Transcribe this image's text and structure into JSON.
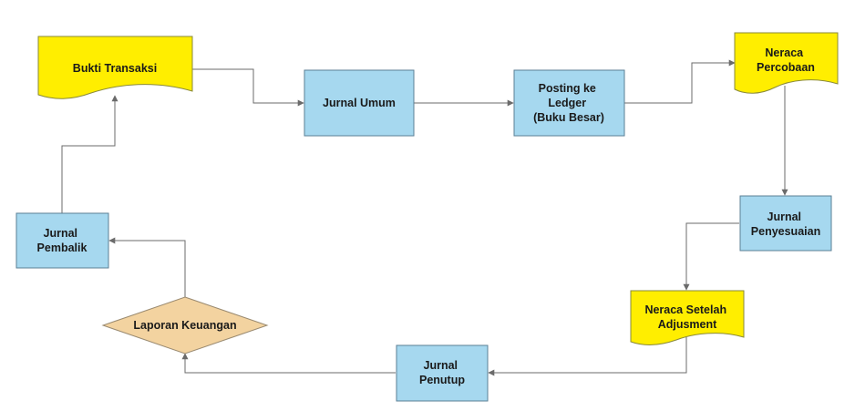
{
  "colors": {
    "process_fill": "#a6d8ef",
    "process_stroke": "#5b7f95",
    "document_fill": "#ffee00",
    "document_stroke": "#8a8a3a",
    "decision_fill": "#f3d3a0",
    "decision_stroke": "#9a8a70",
    "connector": "#6b6b6b"
  },
  "nodes": {
    "bukti_transaksi": {
      "type": "document",
      "lines": [
        "Bukti Transaksi"
      ]
    },
    "jurnal_umum": {
      "type": "process",
      "lines": [
        "Jurnal Umum"
      ]
    },
    "posting_ledger": {
      "type": "process",
      "lines": [
        "Posting ke",
        "Ledger",
        "(Buku Besar)"
      ]
    },
    "neraca_percobaan": {
      "type": "document",
      "lines": [
        "Neraca",
        "Percobaan"
      ]
    },
    "jurnal_penyesuaian": {
      "type": "process",
      "lines": [
        "Jurnal",
        "Penyesuaian"
      ]
    },
    "neraca_setelah": {
      "type": "document",
      "lines": [
        "Neraca Setelah",
        "Adjusment"
      ]
    },
    "jurnal_penutup": {
      "type": "process",
      "lines": [
        "Jurnal",
        "Penutup"
      ]
    },
    "laporan_keuangan": {
      "type": "decision",
      "lines": [
        "Laporan Keuangan"
      ]
    },
    "jurnal_pembalik": {
      "type": "process",
      "lines": [
        "Jurnal",
        "Pembalik"
      ]
    }
  },
  "edges": [
    {
      "from": "bukti_transaksi",
      "to": "jurnal_umum"
    },
    {
      "from": "jurnal_umum",
      "to": "posting_ledger"
    },
    {
      "from": "posting_ledger",
      "to": "neraca_percobaan"
    },
    {
      "from": "neraca_percobaan",
      "to": "jurnal_penyesuaian"
    },
    {
      "from": "jurnal_penyesuaian",
      "to": "neraca_setelah"
    },
    {
      "from": "neraca_setelah",
      "to": "jurnal_penutup"
    },
    {
      "from": "jurnal_penutup",
      "to": "laporan_keuangan"
    },
    {
      "from": "laporan_keuangan",
      "to": "jurnal_pembalik"
    },
    {
      "from": "jurnal_pembalik",
      "to": "bukti_transaksi"
    }
  ]
}
